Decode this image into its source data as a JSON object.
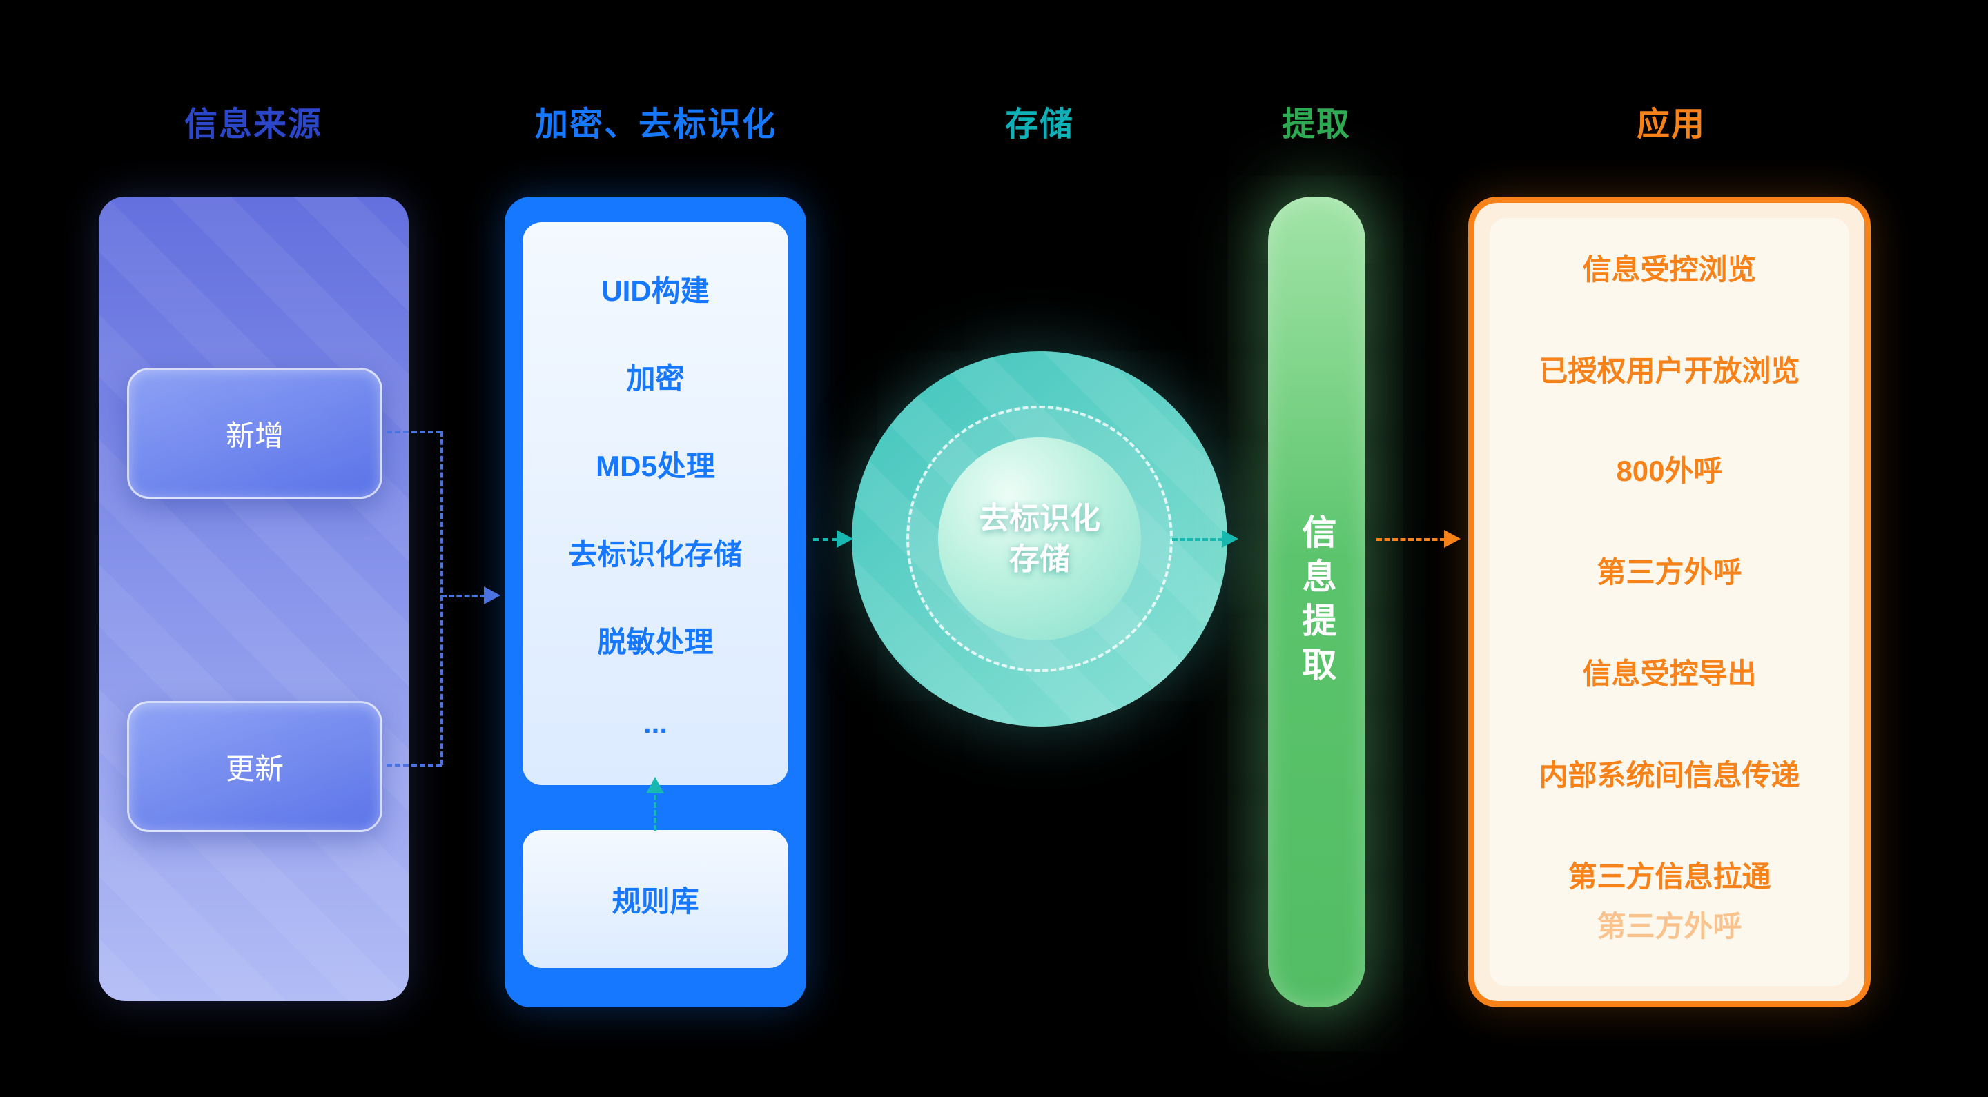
{
  "colors": {
    "background": "#000000",
    "source_header": "#2b46c8",
    "encrypt_header": "#1677ff",
    "storage_header": "#0fb0b8",
    "extract_header": "#2eaa52",
    "app_header": "#f8821a",
    "blue_panel": "#1677ff",
    "teal_accent": "#18b8b0",
    "green_bar": "#5bc46c",
    "orange_accent": "#f8821a"
  },
  "headers": {
    "source": "信息来源",
    "encrypt": "加密、去标识化",
    "storage": "存储",
    "extract": "提取",
    "app": "应用"
  },
  "source": {
    "items": [
      {
        "label": "新增"
      },
      {
        "label": "更新"
      }
    ]
  },
  "encrypt": {
    "steps": [
      "UID构建",
      "加密",
      "MD5处理",
      "去标识化存储",
      "脱敏处理",
      "..."
    ],
    "rule_box": "规则库"
  },
  "storage": {
    "line1": "去标识化",
    "line2": "存储"
  },
  "extract": {
    "label": "信息提取"
  },
  "app": {
    "items": [
      "信息受控浏览",
      "已授权用户开放浏览",
      "800外呼",
      "第三方外呼",
      "信息受控导出",
      "内部系统间信息传递",
      "第三方信息拉通",
      "第三方外呼"
    ]
  }
}
